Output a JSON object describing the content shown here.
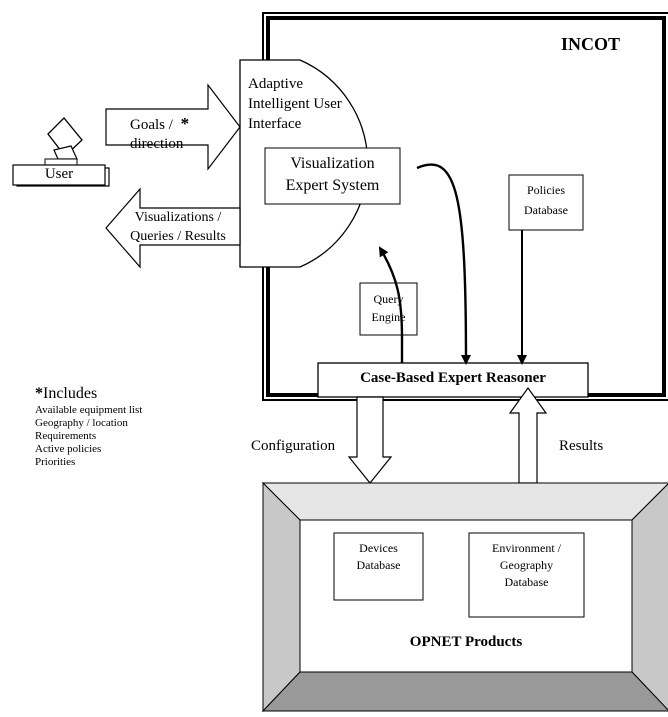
{
  "incot": {
    "title": "INCOT"
  },
  "user": {
    "label": "User"
  },
  "goals_arrow": {
    "line1": "Goals /",
    "line2": "direction",
    "marker": "*"
  },
  "results_arrow": {
    "line1": "Visualizations /",
    "line2": "Queries / Results"
  },
  "aiui": {
    "line1": "Adaptive",
    "line2": "Intelligent User",
    "line3": "Interface"
  },
  "vis_expert": {
    "line1": "Visualization",
    "line2": "Expert System"
  },
  "policies_db": {
    "line1": "Policies",
    "line2": "Database"
  },
  "query_engine": {
    "line1": "Query",
    "line2": "Engine"
  },
  "reasoner": {
    "label": "Case-Based Expert Reasoner"
  },
  "configuration": {
    "label": "Configuration"
  },
  "results": {
    "label": "Results"
  },
  "includes": {
    "marker": "*",
    "heading": "Includes",
    "items": [
      "Available equipment list",
      "Geography / location",
      "Requirements",
      "Active policies",
      "Priorities"
    ]
  },
  "devices_db": {
    "line1": "Devices",
    "line2": "Database"
  },
  "environment_db": {
    "line1": "Environment /",
    "line2": "Geography",
    "line3": "Database"
  },
  "opnet": {
    "title": "OPNET Products"
  },
  "colors": {
    "stroke": "#000000",
    "bevel_light": "#e6e6e6",
    "bevel_mid": "#c8c8c8",
    "bevel_dark": "#999999"
  }
}
